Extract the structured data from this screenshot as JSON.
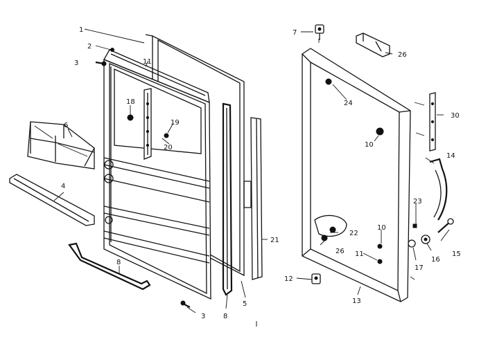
{
  "callouts": [
    {
      "id": "c1",
      "text": "1"
    },
    {
      "id": "c2",
      "text": "2"
    },
    {
      "id": "c3a",
      "text": "3"
    },
    {
      "id": "c3b",
      "text": "3"
    },
    {
      "id": "c4",
      "text": "4"
    },
    {
      "id": "c5",
      "text": "5"
    },
    {
      "id": "c6",
      "text": "6"
    },
    {
      "id": "c7",
      "text": "7"
    },
    {
      "id": "c8a",
      "text": "8"
    },
    {
      "id": "c8b",
      "text": "8"
    },
    {
      "id": "c10a",
      "text": "10"
    },
    {
      "id": "c10b",
      "text": "10"
    },
    {
      "id": "c11a",
      "text": "11"
    },
    {
      "id": "c11b",
      "text": "11"
    },
    {
      "id": "c12",
      "text": "12"
    },
    {
      "id": "c13",
      "text": "13"
    },
    {
      "id": "c14",
      "text": "14"
    },
    {
      "id": "c15",
      "text": "15"
    },
    {
      "id": "c16",
      "text": "16"
    },
    {
      "id": "c17",
      "text": "17"
    },
    {
      "id": "c18",
      "text": "18"
    },
    {
      "id": "c19",
      "text": "19"
    },
    {
      "id": "c20",
      "text": "20"
    },
    {
      "id": "c21",
      "text": "21"
    },
    {
      "id": "c22",
      "text": "22"
    },
    {
      "id": "c23",
      "text": "23"
    },
    {
      "id": "c24",
      "text": "24"
    },
    {
      "id": "c26a",
      "text": "26"
    },
    {
      "id": "c26b",
      "text": "26"
    },
    {
      "id": "c30",
      "text": "30"
    }
  ]
}
